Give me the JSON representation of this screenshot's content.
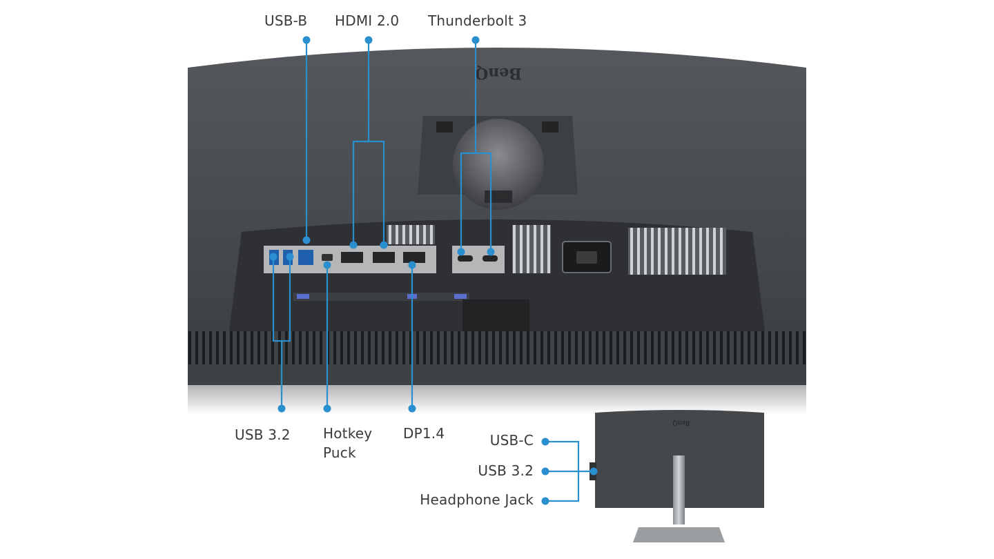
{
  "brand": "BenQ",
  "accent_color": "#2a8fce",
  "labels": {
    "usb_b": "USB-B",
    "hdmi": "HDMI 2.0",
    "thunderbolt": "Thunderbolt 3",
    "usb32_bottom": "USB 3.2",
    "hotkey": "Hotkey",
    "puck": "Puck",
    "dp": "DP1.4",
    "usb_c": "USB-C",
    "usb32_side": "USB 3.2",
    "headphone": "Headphone Jack"
  }
}
